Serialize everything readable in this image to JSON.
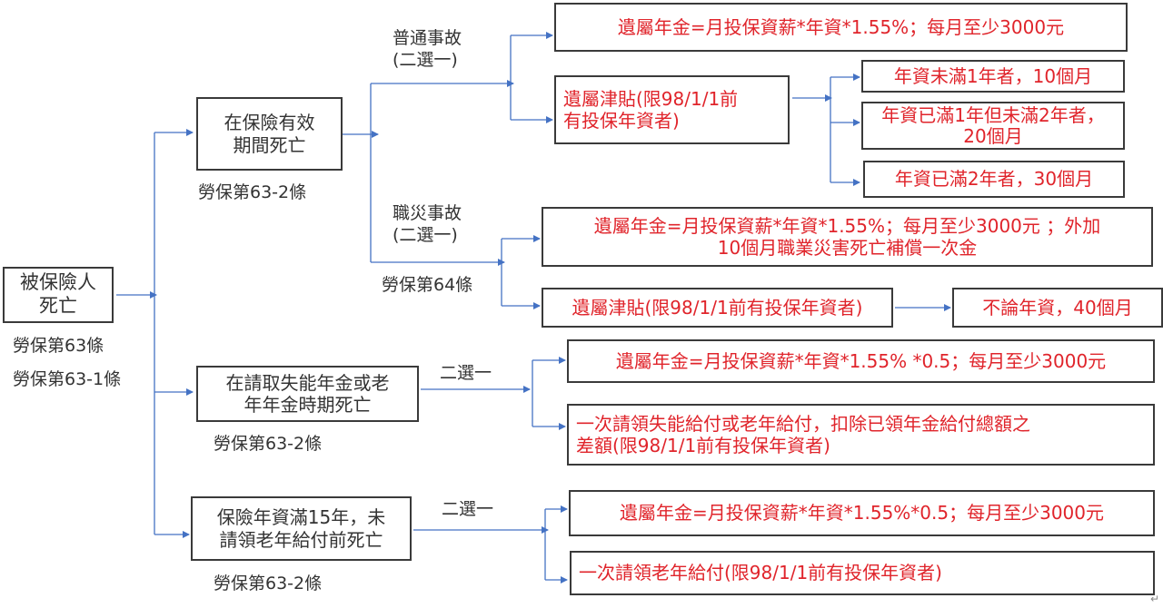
{
  "colors": {
    "connector": "#4472c4",
    "box_border": "#3a3a3a",
    "black_text": "#333333",
    "red_text": "#e0242b"
  },
  "root": {
    "text": "被保險人\n死亡",
    "law": [
      "勞保第63條",
      "勞保第63-1條"
    ]
  },
  "branches": [
    {
      "id": "insured-period",
      "text": "在保險有效\n期間死亡",
      "law": "勞保第63-2條",
      "sub": [
        {
          "label": "普通事故\n(二選一)",
          "options": [
            {
              "text": "遺屬年金=月投保資薪*年資*1.55%；每月至少3000元"
            },
            {
              "text": "遺屬津貼(限98/1/1前\n有投保年資者)",
              "tiers": [
                "年資未滿1年者，10個月",
                "年資已滿1年但未滿2年者，\n20個月",
                "年資已滿2年者，30個月"
              ]
            }
          ]
        },
        {
          "label": "職災事故\n(二選一)",
          "law": "勞保第64條",
          "options": [
            {
              "text": "遺屬年金=月投保資薪*年資*1.55%；每月至少3000元 ；外加\n10個月職業災害死亡補償一次金"
            },
            {
              "text": "遺屬津貼(限98/1/1前有投保年資者)",
              "tiers": [
                "不論年資，40個月"
              ]
            }
          ]
        }
      ]
    },
    {
      "id": "pension-period",
      "text": "在請取失能年金或老\n年年金時期死亡",
      "law": "勞保第63-2條",
      "choice_label": "二選一",
      "options": [
        {
          "text": "遺屬年金=月投保資薪*年資*1.55% *0.5；每月至少3000元"
        },
        {
          "text": "一次請領失能給付或老年給付，扣除已領年金給付總額之\n差額(限98/1/1前有投保年資者)"
        }
      ]
    },
    {
      "id": "fifteen-years",
      "text": "保險年資滿15年，未\n請領老年給付前死亡",
      "law": "勞保第63-2條",
      "choice_label": "二選一",
      "options": [
        {
          "text": "遺屬年金=月投保資薪*年資*1.55%*0.5；每月至少3000元"
        },
        {
          "text": "一次請領老年給付(限98/1/1前有投保年資者)"
        }
      ]
    }
  ],
  "corner_mark": "↵"
}
